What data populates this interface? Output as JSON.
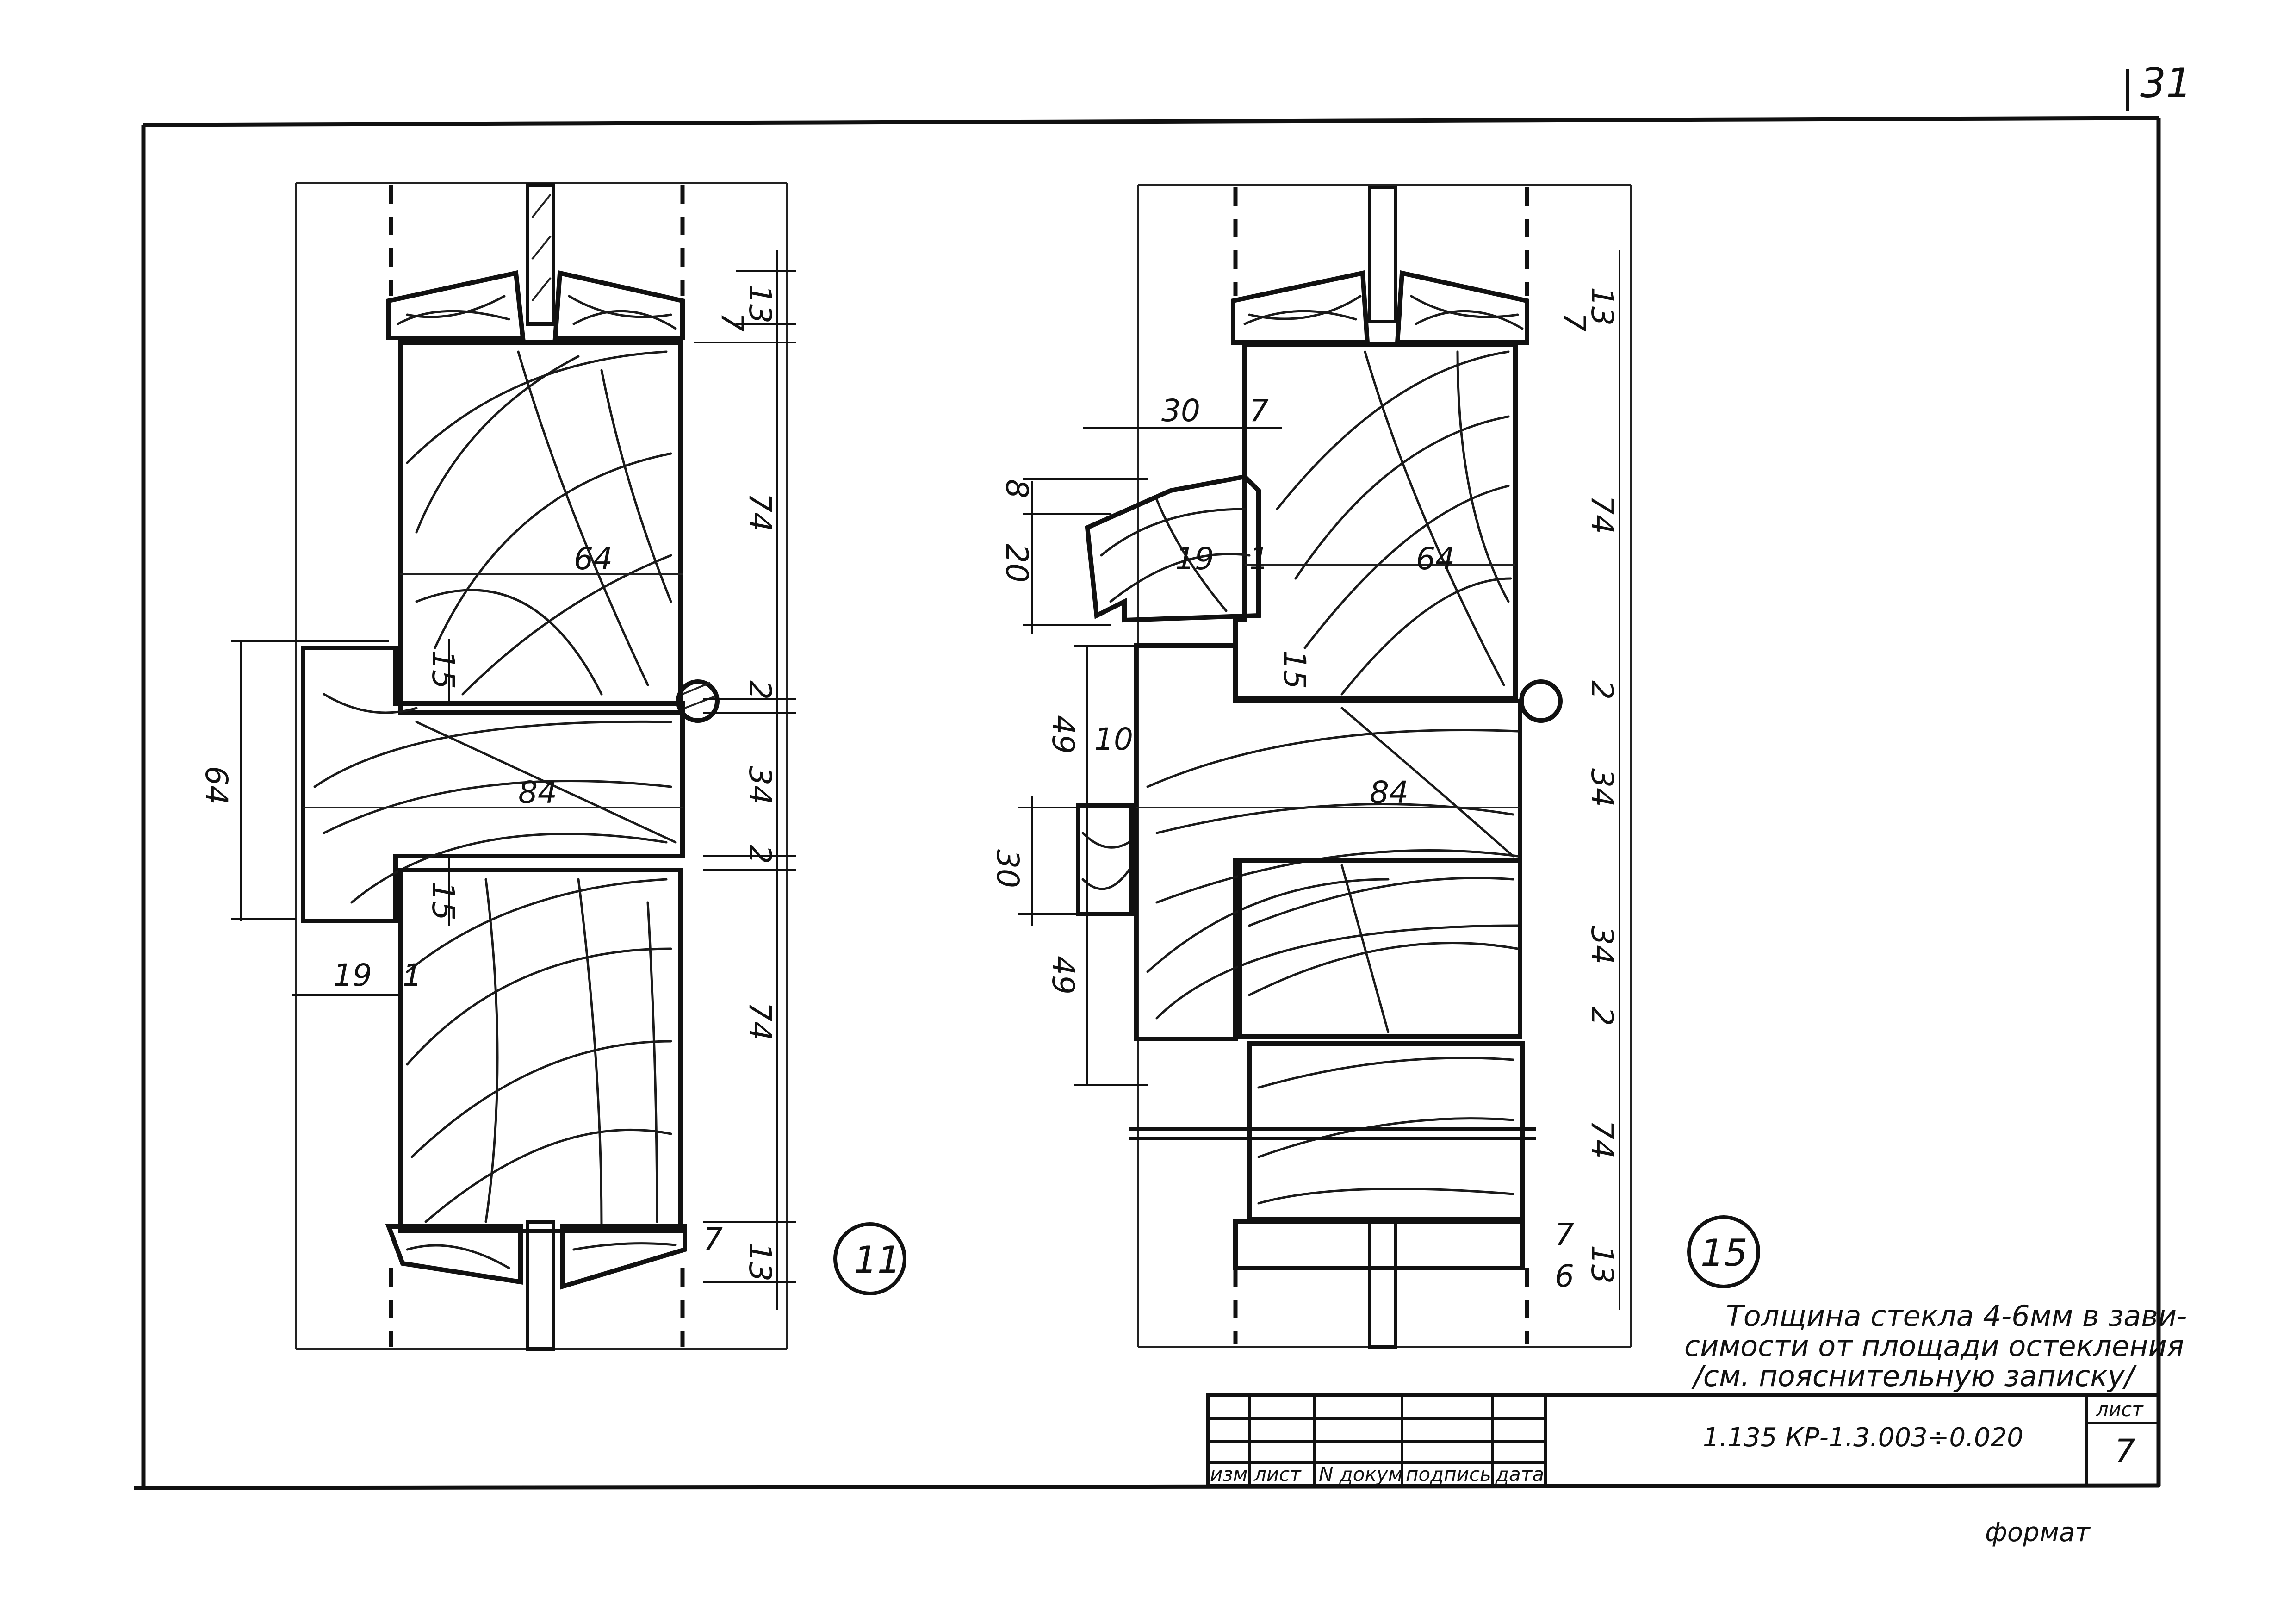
{
  "page_number": "31",
  "format_label": "формат",
  "note": {
    "line1": "Толщина стекла 4-6мм в зави-",
    "line2": "симости от площади остекления",
    "line3": "/см. пояснительную записку/"
  },
  "detail_left": {
    "marker": "11",
    "dims": {
      "d13_top": "13",
      "d7_top": "7",
      "d74_top": "74",
      "d64_width": "64",
      "d15_top": "15",
      "d2_a": "2",
      "d84": "84",
      "d34": "34",
      "d2_b": "2",
      "d64_left": "64",
      "d15_bottom": "15",
      "d19": "19",
      "d1": "1",
      "d74_bottom": "74",
      "d7_bottom": "7",
      "d13_bottom": "13"
    }
  },
  "detail_right": {
    "marker": "15",
    "dims": {
      "d13_top": "13",
      "d7_top": "7",
      "d30": "30",
      "d7_mid": "7",
      "d74_top": "74",
      "d8": "8",
      "d20": "20",
      "d19": "19",
      "d1": "1",
      "d64_width": "64",
      "d15": "15",
      "d2_a": "2",
      "d49_top": "49",
      "d10": "10",
      "d84": "84",
      "d34_a": "34",
      "d30_left": "30",
      "d49_bottom": "49",
      "d34_b": "34",
      "d2_b": "2",
      "d74_bottom": "74",
      "d7_bottom": "7",
      "d6": "6",
      "d13_bottom": "13"
    }
  },
  "title_block": {
    "headers": [
      "изм",
      "лист",
      "N докум",
      "подпись",
      "дата"
    ],
    "doc_code": "1.135 КР-1.3.003÷0.020",
    "sheet_label": "лист",
    "sheet_number": "7"
  }
}
